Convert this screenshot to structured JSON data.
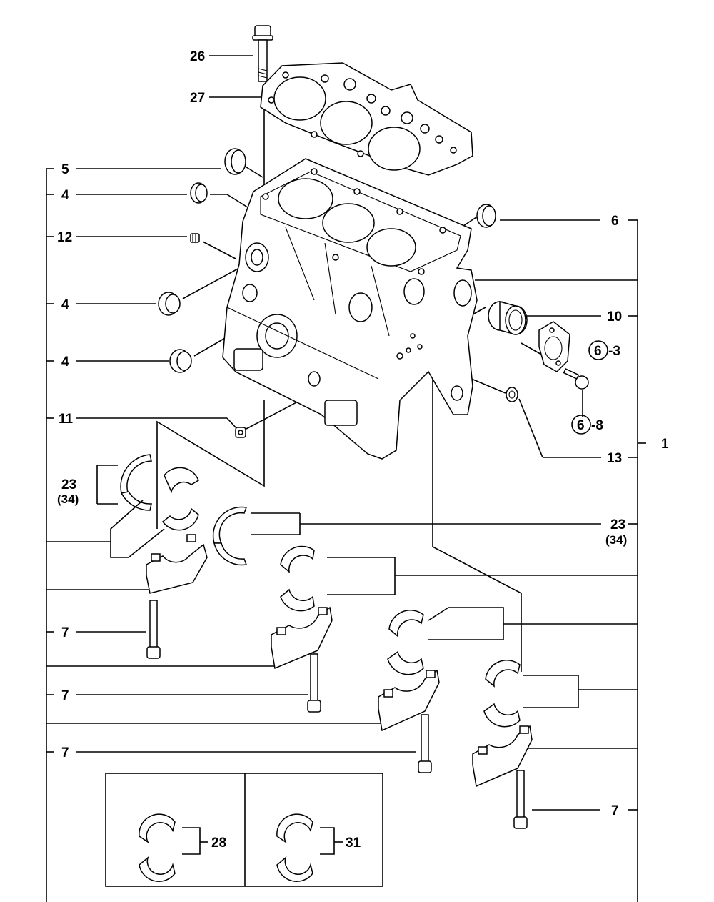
{
  "callouts": {
    "c26": "26",
    "c27": "27",
    "c5": "5",
    "c4a": "4",
    "c12": "12",
    "c4b": "4",
    "c4c": "4",
    "c11": "11",
    "c23a": "23",
    "c23a_sub": "(34)",
    "c23b": "23",
    "c23b_sub": "(34)",
    "c7a": "7",
    "c7b": "7",
    "c7c": "7",
    "c7d": "7",
    "c6": "6",
    "c10": "10",
    "c1": "1",
    "c13": "13",
    "c6_3_num": "6",
    "c6_3_suf": "-3",
    "c6_8_num": "6",
    "c6_8_suf": "-8",
    "c28": "28",
    "c31": "31"
  }
}
